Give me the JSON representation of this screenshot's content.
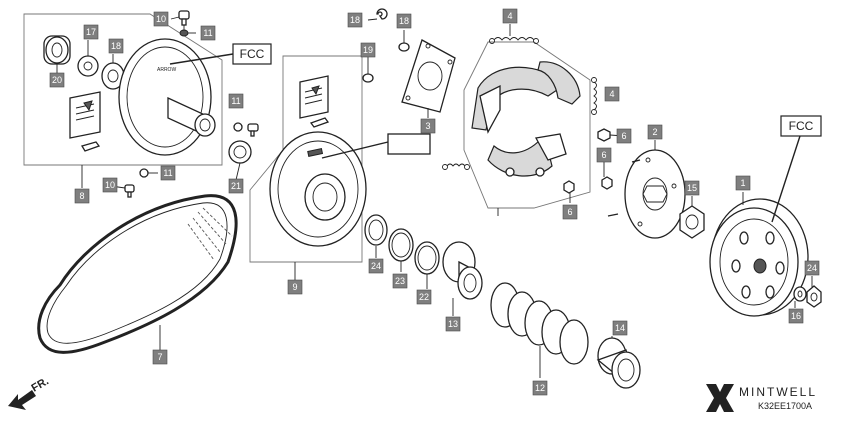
{
  "diagram": {
    "callouts": [
      "1",
      "2",
      "3",
      "4",
      "4",
      "6",
      "6",
      "6",
      "7",
      "8",
      "9",
      "10",
      "10",
      "11",
      "11",
      "11",
      "12",
      "13",
      "14",
      "15",
      "16",
      "17",
      "18",
      "18",
      "18",
      "19",
      "20",
      "21",
      "22",
      "23",
      "24",
      "24"
    ],
    "fcc_labels": [
      "FCC",
      "FCC"
    ],
    "direction_label": "FR.",
    "brand": {
      "name": "MINTWELL",
      "code": "K32EE1700A"
    }
  }
}
